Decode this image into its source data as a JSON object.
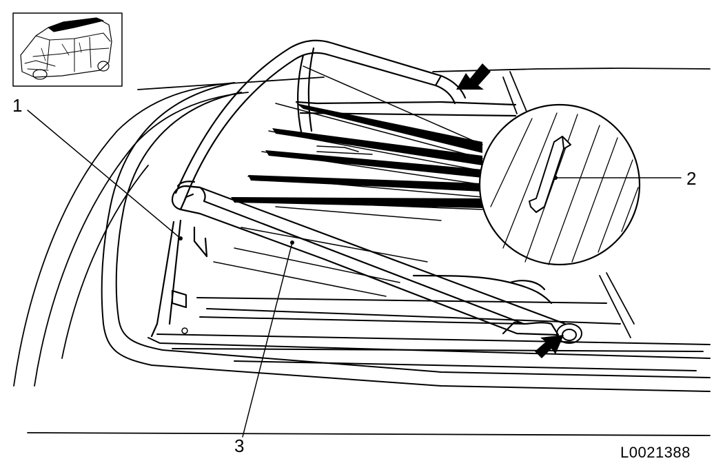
{
  "diagram": {
    "callouts": [
      {
        "id": "1",
        "text": "1"
      },
      {
        "id": "2",
        "text": "2"
      },
      {
        "id": "3",
        "text": "3"
      }
    ],
    "reference_code": "L0021388",
    "icons": [
      "vehicle-thumbnail-icon",
      "arrow-icon",
      "magnifier-circle-icon"
    ],
    "colors": {
      "line": "#000000",
      "background": "#ffffff",
      "thumbnail_roof": "#000000"
    }
  }
}
